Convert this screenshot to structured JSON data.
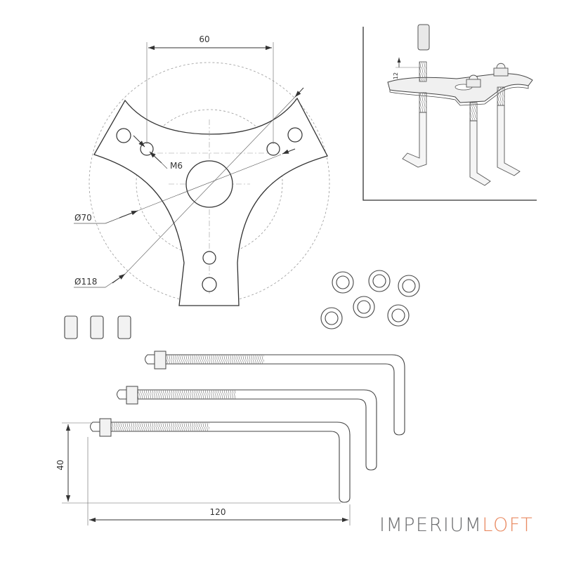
{
  "dimensions": {
    "bolt_spacing": "60",
    "thread": "M6",
    "inner_diameter": "Ø70",
    "outer_diameter": "Ø118",
    "bolt_height": "40",
    "bolt_length": "120",
    "thread_height": "12"
  },
  "brand": {
    "name_part1": "IMPERIUM",
    "name_part2": "LOFT"
  },
  "colors": {
    "line": "#333333",
    "thin": "#555555",
    "dash": "#9a9a9a",
    "brand_gray": "#6d6e70",
    "brand_orange": "#e98b63"
  }
}
